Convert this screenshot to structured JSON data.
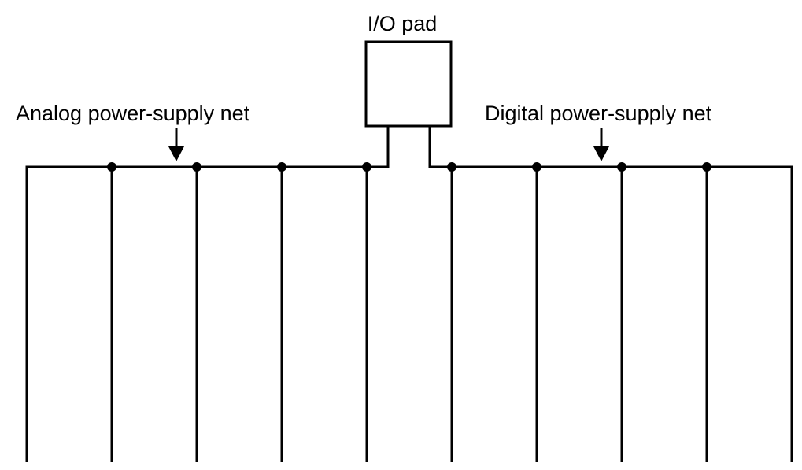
{
  "labels": {
    "pad": "I/O pad",
    "analog_net": "Analog power-supply net",
    "digital_net": "Digital power-supply net"
  },
  "colors": {
    "line": "#000000",
    "background": "#ffffff"
  }
}
